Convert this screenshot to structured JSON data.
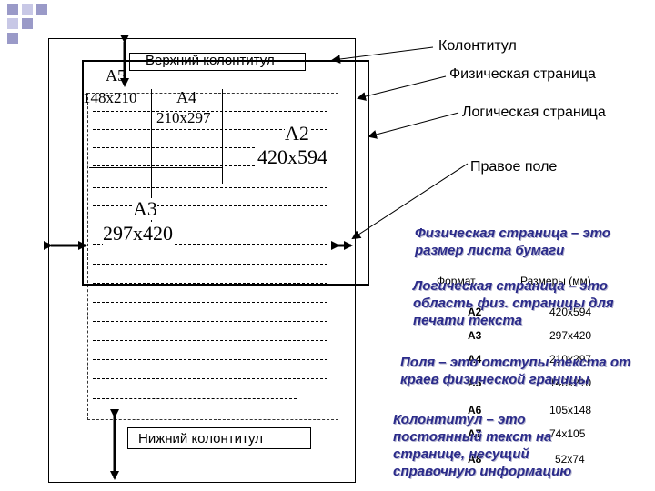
{
  "labels": {
    "header_label": "Верхний колонтитул",
    "footer_label": "Нижний колонтитул",
    "a5": "А5",
    "a5_size": "148х210",
    "a4": "А4",
    "a4_size": "210х297",
    "a2": "А2",
    "a2_size": "420х594",
    "a3": "А3",
    "a3_size": "297х420"
  },
  "annotations": {
    "header": "Колонтитул",
    "physical": "Физическая страница",
    "logical": "Логическая страница",
    "margin": "Правое поле"
  },
  "callouts": {
    "physical": [
      "Физическая страница – это",
      "размер листа бумаги"
    ],
    "logical": [
      "Логическая страница – это",
      "область физ. страницы для",
      "печати текста"
    ],
    "fields": [
      "Поля – это отступы текста от",
      "краев физической границы"
    ],
    "header": [
      "Колонтитул – это",
      "постоянный текст на",
      "странице, несущий",
      "справочную информацию"
    ]
  },
  "table": {
    "headers": [
      "Формат",
      "Размеры (мм)"
    ],
    "rows": [
      {
        "format": "А2",
        "size": "420х594"
      },
      {
        "format": "А3",
        "size": "297х420"
      },
      {
        "format": "А4",
        "size": "210х297"
      },
      {
        "format": "А5",
        "size": "148х210"
      },
      {
        "format": "А6",
        "size": "105х148"
      },
      {
        "format": "А7",
        "size": "74х105"
      },
      {
        "format": "А8",
        "size": "52х74"
      }
    ]
  },
  "colors": {
    "arrow": "#000000",
    "callout_text": "#2b2b8a",
    "deco_square": "#9a9ac8"
  }
}
